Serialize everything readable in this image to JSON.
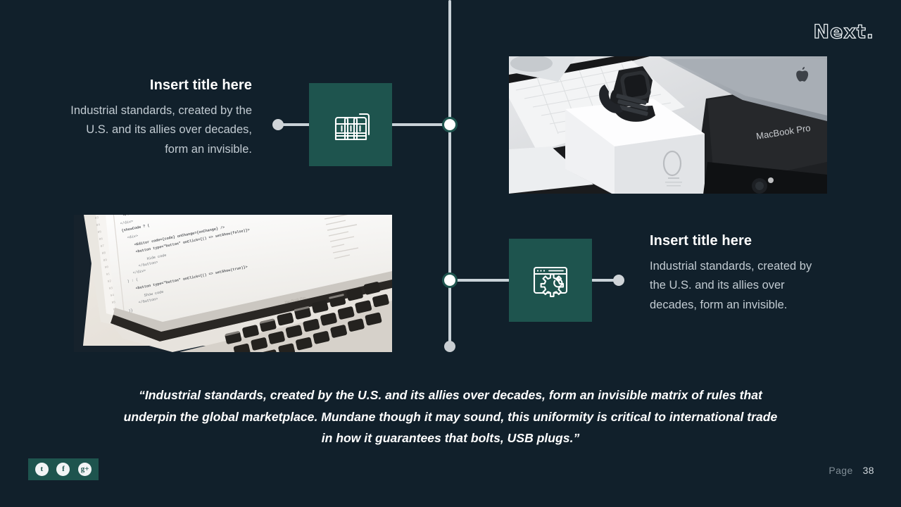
{
  "brand": {
    "label": "Next."
  },
  "items": [
    {
      "title": "Insert title here",
      "body": "Industrial standards, created by the U.S. and its allies over decades, form an invisible.",
      "icon": "books-icon",
      "side": "left"
    },
    {
      "title": "Insert title here",
      "body": "Industrial standards, created by the U.S. and its allies over decades, form an invisible.",
      "icon": "browser-settings-icon",
      "side": "right"
    }
  ],
  "photos": [
    {
      "name": "apple-watch-macbook-photo",
      "caption": "MacBook Pro"
    },
    {
      "name": "laptop-code-photo",
      "caption": ""
    }
  ],
  "quote": {
    "text": "“Industrial standards, created by the U.S. and its allies over decades, form an invisible matrix of rules that underpin the global marketplace. Mundane though it may sound, this uniformity is critical to international trade in how it guarantees that bolts, USB plugs.”"
  },
  "social": [
    {
      "name": "tumblr",
      "glyph": "t"
    },
    {
      "name": "facebook",
      "glyph": "f"
    },
    {
      "name": "googleplus",
      "glyph": "g+"
    }
  ],
  "footer": {
    "page_label": "Page",
    "page_number": "38"
  },
  "colors": {
    "background": "#11202b",
    "accent_green": "#1e544e",
    "line": "#c9d2d8",
    "title_text": "#ffffff",
    "body_text": "#c2cbd2",
    "muted_text": "#7f8c95"
  }
}
